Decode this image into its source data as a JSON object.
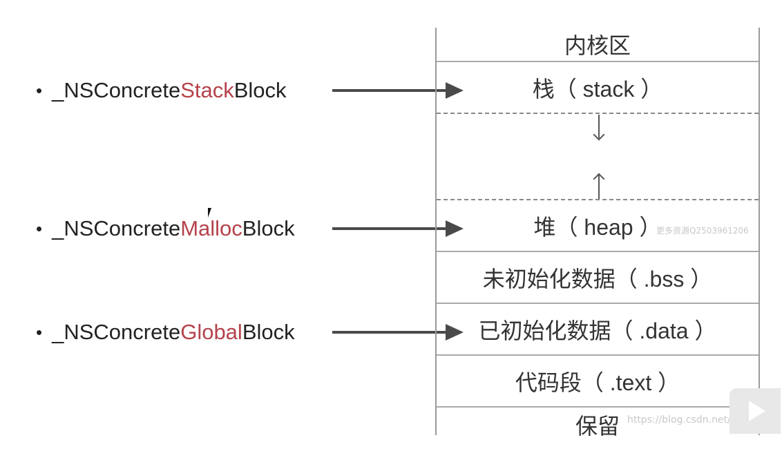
{
  "blocks": [
    {
      "prefix": "_NSConcrete",
      "highlight": "Stack",
      "suffix": "Block"
    },
    {
      "prefix": "_NSConcrete",
      "highlight": "Malloc",
      "suffix": "Block"
    },
    {
      "prefix": "_NSConcrete",
      "highlight": "Global",
      "suffix": "Block"
    }
  ],
  "bullet": "•",
  "memory": {
    "kernel": "内核区",
    "stack": "栈（ stack ）",
    "heap": "堆（ heap ）",
    "bss": "未初始化数据（ .bss ）",
    "data": "已初始化数据（ .data ）",
    "text": "代码段（ .text ）",
    "reserved": "保留"
  },
  "watermarks": {
    "qq": "更多资源Q2503961206",
    "url": "https://blog.csdn.net/IOSSHAN"
  },
  "colors": {
    "highlight": "#b5424b",
    "arrow": "#4a4a4a"
  }
}
